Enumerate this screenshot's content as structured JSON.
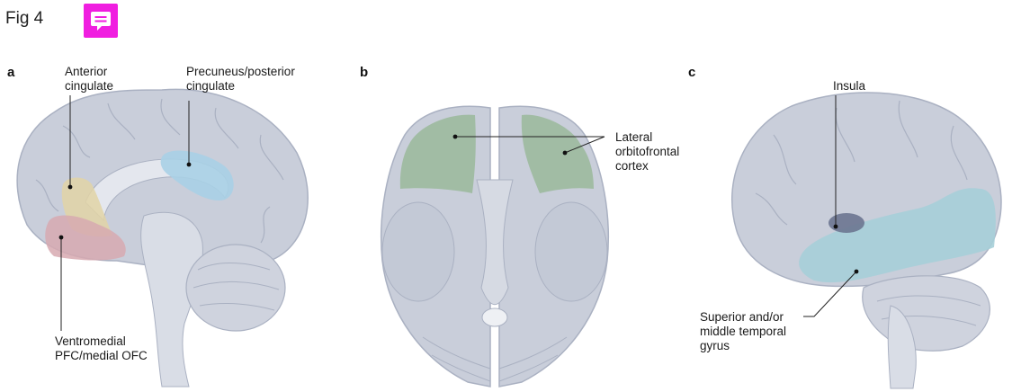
{
  "figure": {
    "title": "Fig 4",
    "comment_icon": "comment-icon",
    "accent_color": "#f01ee0"
  },
  "panels": {
    "a": {
      "letter": "a",
      "labels": {
        "anterior_cingulate": [
          "Anterior",
          "cingulate"
        ],
        "precuneus": [
          "Precuneus/posterior",
          "cingulate"
        ],
        "vmpfc": [
          "Ventromedial",
          "PFC/medial OFC"
        ]
      },
      "colors": {
        "anterior_cingulate": "#e2d3a6",
        "precuneus": "#a8d0e6",
        "vmpfc": "#d7a9b0"
      }
    },
    "b": {
      "letter": "b",
      "labels": {
        "lofc": [
          "Lateral",
          "orbitofrontal",
          "cortex"
        ]
      },
      "colors": {
        "lofc": "#9ab89a"
      }
    },
    "c": {
      "letter": "c",
      "labels": {
        "insula": [
          "Insula"
        ],
        "temporal": [
          "Superior and/or",
          "middle temporal",
          "gyrus"
        ]
      },
      "colors": {
        "insula": "#6b7590",
        "temporal": "#a6cfd8"
      }
    }
  },
  "brain_color": "#c9ceda"
}
